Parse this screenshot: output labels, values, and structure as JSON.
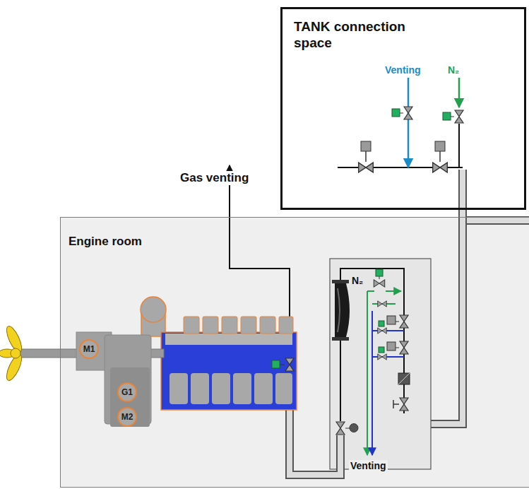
{
  "diagram": {
    "nodes": [
      {
        "text": [
          "TANK connection space"
        ]
      },
      {
        "text": [
          "Engine room"
        ]
      },
      {
        "text": [
          "M1"
        ],
        "in": 1
      },
      {
        "text": [
          "G1"
        ],
        "in": 1
      },
      {
        "text": [
          "M2"
        ],
        "in": 1
      }
    ],
    "edges": [
      {
        "from": 0,
        "to": 1,
        "arrow": "none"
      }
    ],
    "labels": [
      "Venting",
      "N₂",
      "Gas venting",
      "N₂",
      "Venting"
    ]
  }
}
